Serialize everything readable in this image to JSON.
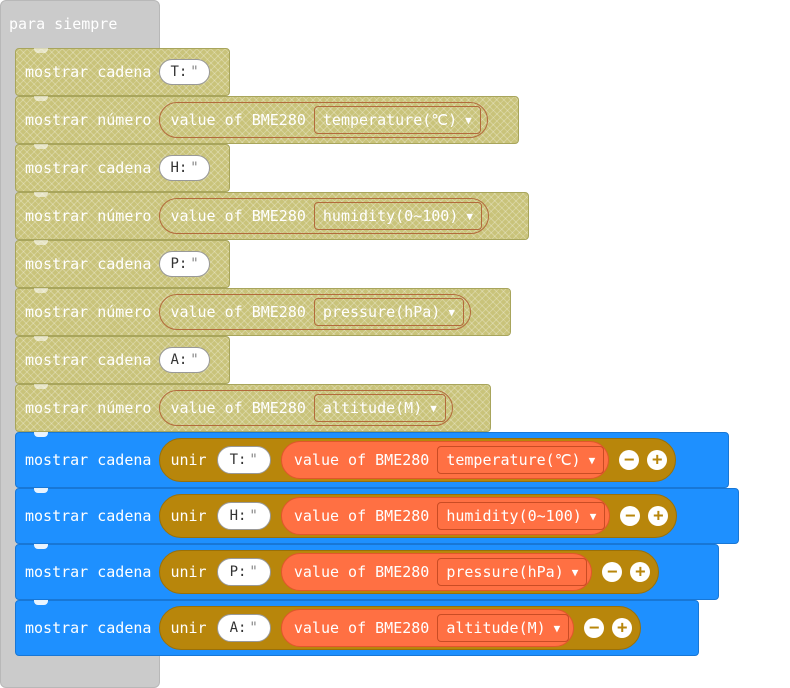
{
  "forever_label": "para siempre",
  "keywords": {
    "show_string": "mostrar cadena",
    "show_number": "mostrar número",
    "value_of": "value of BME280",
    "join": "unir"
  },
  "rows": [
    {
      "type": "string",
      "text": "T:"
    },
    {
      "type": "number",
      "dropdown": "temperature(℃)"
    },
    {
      "type": "string",
      "text": "H:"
    },
    {
      "type": "number",
      "dropdown": "humidity(0~100)"
    },
    {
      "type": "string",
      "text": "P:"
    },
    {
      "type": "number",
      "dropdown": "pressure(hPa)"
    },
    {
      "type": "string",
      "text": "A:"
    },
    {
      "type": "number",
      "dropdown": "altitude(M)"
    },
    {
      "type": "join",
      "text": "T: ",
      "dropdown": "temperature(℃)"
    },
    {
      "type": "join",
      "text": "H: ",
      "dropdown": "humidity(0~100)"
    },
    {
      "type": "join",
      "text": "P: ",
      "dropdown": "pressure(hPa)"
    },
    {
      "type": "join",
      "text": "A: ",
      "dropdown": "altitude(M)"
    }
  ],
  "icons": {
    "caret": "▼",
    "minus": "−",
    "plus": "+",
    "quote": "\""
  },
  "colors": {
    "disabled_block": "#c9c37a",
    "active_block": "#1e90ff",
    "join_block": "#b8860b",
    "sensor_block": "#ff7043",
    "forever_block": "#cbcbcb"
  }
}
